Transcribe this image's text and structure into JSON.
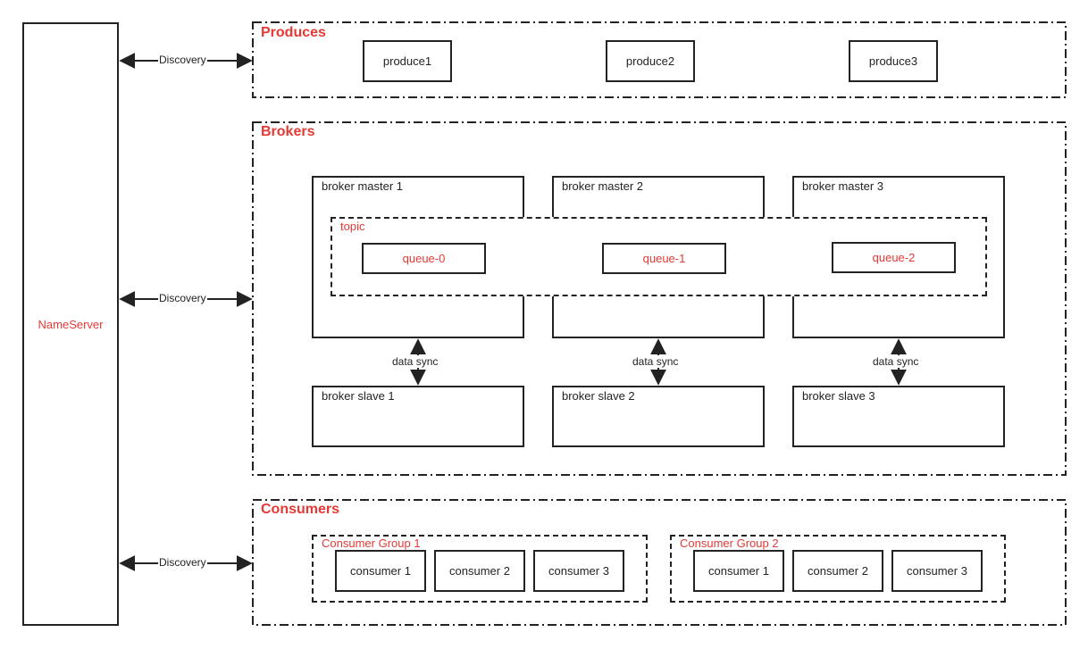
{
  "nameserver": {
    "label": "NameServer"
  },
  "discovery_label": "Discovery",
  "sync_label": "data sync",
  "produces": {
    "title": "Produces",
    "items": [
      "produce1",
      "produce2",
      "produce3"
    ]
  },
  "brokers": {
    "title": "Brokers",
    "masters": [
      "broker master 1",
      "broker master 2",
      "broker master 3"
    ],
    "slaves": [
      "broker slave 1",
      "broker slave 2",
      "broker slave 3"
    ],
    "topic": {
      "label": "topic",
      "queues": [
        "queue-0",
        "queue-1",
        "queue-2"
      ]
    }
  },
  "consumers": {
    "title": "Consumers",
    "groups": [
      {
        "label": "Consumer Group 1",
        "items": [
          "consumer 1",
          "consumer 2",
          "consumer 3"
        ]
      },
      {
        "label": "Consumer Group 2",
        "items": [
          "consumer 1",
          "consumer 2",
          "consumer 3"
        ]
      }
    ]
  },
  "colors": {
    "accent": "#e53935",
    "line": "#222222"
  }
}
